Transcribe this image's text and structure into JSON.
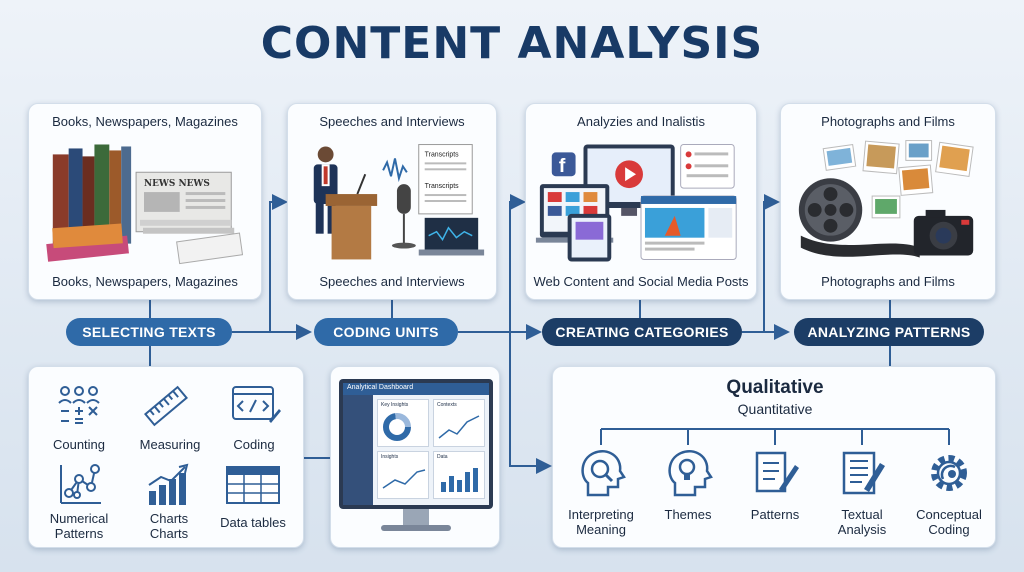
{
  "title": "CONTENT ANALYSIS",
  "sources": [
    {
      "title": "Books, Newspapers, Magazines",
      "caption": "Books, Newspapers, Magazines"
    },
    {
      "title": "Speeches and Interviews",
      "caption": "Speeches and Interviews"
    },
    {
      "title": "Analyzies and Inalistis",
      "caption": "Web Content and Social Media Posts"
    },
    {
      "title": "Photographs and Films",
      "caption": "Photographs and Films"
    }
  ],
  "newspaper_text": "NEWS NEWS",
  "transcript_labels": [
    "Transcripts",
    "Transcripts"
  ],
  "steps": [
    "SELECTING TEXTS",
    "CODING UNITS",
    "CREATING CATEGORIES",
    "ANALYZING PATTERNS"
  ],
  "tools": {
    "counting": "Counting",
    "measuring": "Measuring",
    "coding": "Coding",
    "numerical_line1": "Numerical",
    "numerical_line2": "Patterns",
    "charts_line1": "Charts",
    "charts_line2": "Charts",
    "data_tables": "Data tables"
  },
  "dashboard": {
    "title": "Analytical Dashboard",
    "panels": [
      "Key Insights",
      "Contexts",
      "Insights",
      "Data"
    ]
  },
  "qualitative": {
    "title": "Qualitative",
    "subtitle": "Quantitative",
    "items": [
      {
        "line1": "Interpreting",
        "line2": "Meaning"
      },
      {
        "line1": "Themes",
        "line2": ""
      },
      {
        "line1": "Patterns",
        "line2": ""
      },
      {
        "line1": "Textual",
        "line2": "Analysis"
      },
      {
        "line1": "Conceptual",
        "line2": "Coding"
      }
    ]
  },
  "colors": {
    "navy": "#183a66",
    "pill_blue": "#2f6aa8",
    "pill_dark": "#1c3d66",
    "accent": "#3a73b8",
    "red": "#d93a3a",
    "facebook": "#3b5998"
  }
}
